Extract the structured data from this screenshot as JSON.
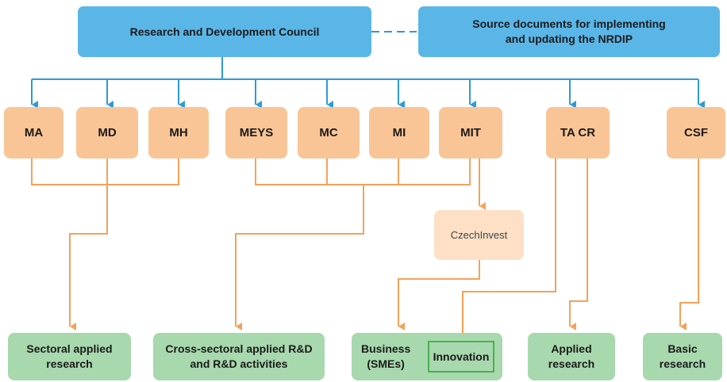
{
  "top": {
    "council": "Research and Development Council",
    "source_docs": "Source documents for implementing\nand updating the NRDIP"
  },
  "orgs": {
    "ma": "MA",
    "md": "MD",
    "mh": "MH",
    "meys": "MEYS",
    "mc": "MC",
    "mi": "MI",
    "mit": "MIT",
    "tacr": "TA CR",
    "csf": "CSF"
  },
  "czechinvest": "CzechInvest",
  "outcomes": {
    "sectoral": "Sectoral applied\nresearch",
    "cross_sectoral": "Cross-sectoral applied R&D\nand R&D activities",
    "business": "Business\n(SMEs)",
    "innovation": "Innovation",
    "applied": "Applied\nresearch",
    "basic": "Basic\nresearch"
  },
  "colors": {
    "blue_line": "#2e9ad8",
    "orange_line": "#f4a259",
    "top_box": "#5bb6e8",
    "org_box": "#f9c596",
    "outcome_box": "#a8d8ad"
  }
}
